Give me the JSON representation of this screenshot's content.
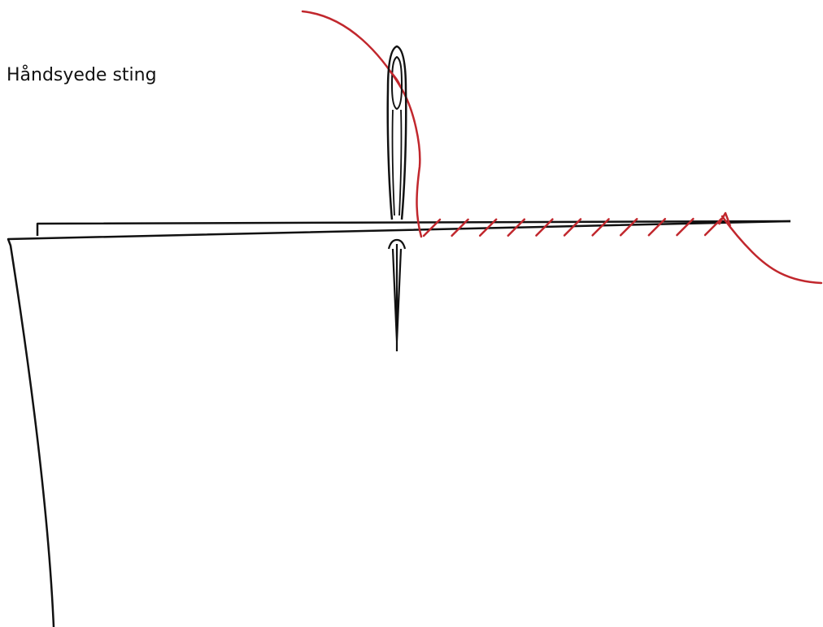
{
  "title": "Håndsyede sting",
  "colors": {
    "thread": "#c1272d",
    "outline": "#111111",
    "background": "#ffffff"
  },
  "diagram": {
    "stitch_count": 11,
    "elements": [
      "fabric-layer-back",
      "fabric-layer-front",
      "needle",
      "thread",
      "stitches"
    ]
  }
}
